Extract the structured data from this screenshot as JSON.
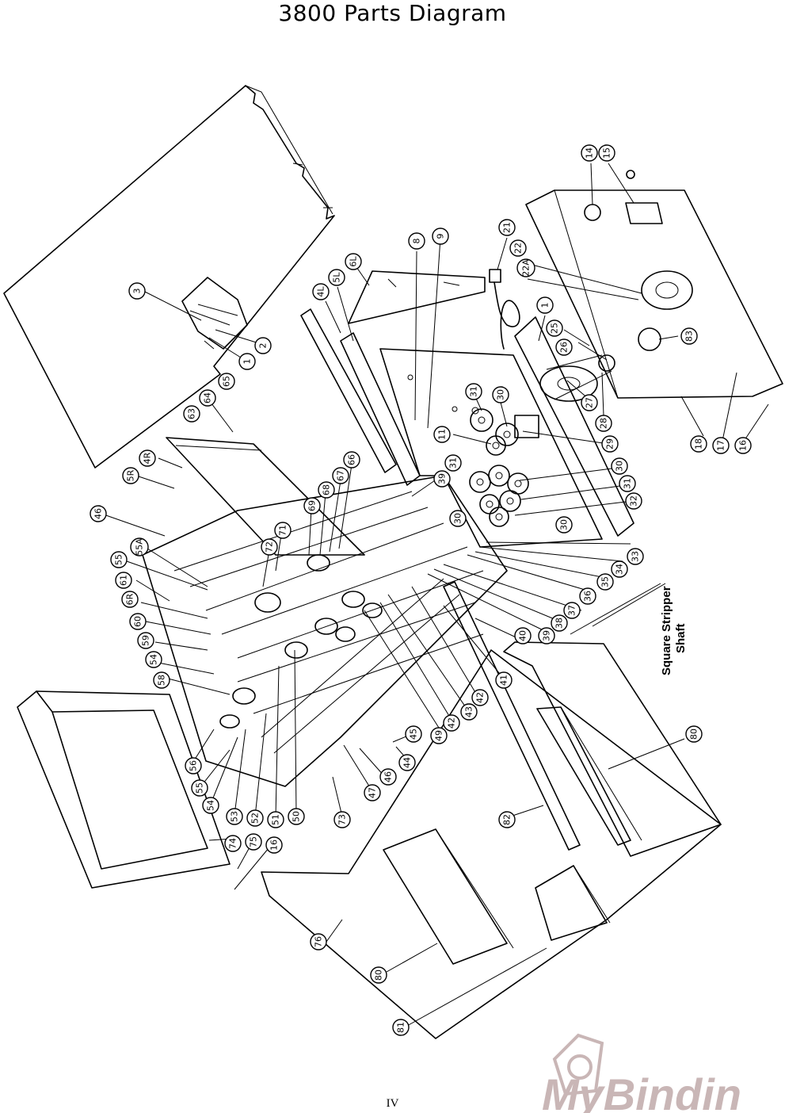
{
  "title": "3800 Parts Diagram",
  "page_number": "IV",
  "annotation": {
    "line1": "Square Stripper",
    "line2": "Shaft"
  },
  "watermark": {
    "text": "MyBindin",
    "color": "#c9b6b6"
  },
  "callouts": [
    {
      "id": "c3",
      "label": "3"
    },
    {
      "id": "c2",
      "label": "2"
    },
    {
      "id": "c1a",
      "label": "1"
    },
    {
      "id": "c65",
      "label": "65"
    },
    {
      "id": "c64",
      "label": "64"
    },
    {
      "id": "c63",
      "label": "63"
    },
    {
      "id": "c4r",
      "label": "4R"
    },
    {
      "id": "c5r",
      "label": "5R"
    },
    {
      "id": "c4l",
      "label": "4L"
    },
    {
      "id": "c5l",
      "label": "5L"
    },
    {
      "id": "c6l",
      "label": "6L"
    },
    {
      "id": "c8",
      "label": "8"
    },
    {
      "id": "c9",
      "label": "9"
    },
    {
      "id": "c21",
      "label": "21"
    },
    {
      "id": "c22",
      "label": "22"
    },
    {
      "id": "c22a",
      "label": "22A"
    },
    {
      "id": "c14",
      "label": "14"
    },
    {
      "id": "c15",
      "label": "15"
    },
    {
      "id": "c83",
      "label": "83"
    },
    {
      "id": "c1b",
      "label": "1"
    },
    {
      "id": "c25",
      "label": "25"
    },
    {
      "id": "c26",
      "label": "26"
    },
    {
      "id": "c27",
      "label": "27"
    },
    {
      "id": "c28",
      "label": "28"
    },
    {
      "id": "c29",
      "label": "29"
    },
    {
      "id": "c18",
      "label": "18"
    },
    {
      "id": "c17",
      "label": "17"
    },
    {
      "id": "c16a",
      "label": "16"
    },
    {
      "id": "c31a",
      "label": "31"
    },
    {
      "id": "c30a",
      "label": "30"
    },
    {
      "id": "c11",
      "label": "11"
    },
    {
      "id": "c31b",
      "label": "31"
    },
    {
      "id": "c30b",
      "label": "30"
    },
    {
      "id": "c31c",
      "label": "31"
    },
    {
      "id": "c32",
      "label": "32"
    },
    {
      "id": "c30c",
      "label": "30"
    },
    {
      "id": "c30d",
      "label": "30"
    },
    {
      "id": "c39a",
      "label": "39"
    },
    {
      "id": "c66",
      "label": "66"
    },
    {
      "id": "c67",
      "label": "67"
    },
    {
      "id": "c68",
      "label": "68"
    },
    {
      "id": "c69",
      "label": "69"
    },
    {
      "id": "c71",
      "label": "71"
    },
    {
      "id": "c72",
      "label": "72"
    },
    {
      "id": "c46a",
      "label": "46"
    },
    {
      "id": "c55a",
      "label": "55A"
    },
    {
      "id": "c55b",
      "label": "55"
    },
    {
      "id": "c61",
      "label": "61"
    },
    {
      "id": "c6r",
      "label": "6R"
    },
    {
      "id": "c60",
      "label": "60"
    },
    {
      "id": "c59",
      "label": "59"
    },
    {
      "id": "c54a",
      "label": "54"
    },
    {
      "id": "c58",
      "label": "58"
    },
    {
      "id": "c33",
      "label": "33"
    },
    {
      "id": "c34",
      "label": "34"
    },
    {
      "id": "c35",
      "label": "35"
    },
    {
      "id": "c36",
      "label": "36"
    },
    {
      "id": "c37",
      "label": "37"
    },
    {
      "id": "c38",
      "label": "38"
    },
    {
      "id": "c39b",
      "label": "39"
    },
    {
      "id": "c40",
      "label": "40"
    },
    {
      "id": "c41",
      "label": "41"
    },
    {
      "id": "c42a",
      "label": "42"
    },
    {
      "id": "c43",
      "label": "43"
    },
    {
      "id": "c42b",
      "label": "42"
    },
    {
      "id": "c49",
      "label": "49"
    },
    {
      "id": "c45",
      "label": "45"
    },
    {
      "id": "c44",
      "label": "44"
    },
    {
      "id": "c46b",
      "label": "46"
    },
    {
      "id": "c47",
      "label": "47"
    },
    {
      "id": "c73",
      "label": "73"
    },
    {
      "id": "c50",
      "label": "50"
    },
    {
      "id": "c51",
      "label": "51"
    },
    {
      "id": "c52",
      "label": "52"
    },
    {
      "id": "c53",
      "label": "53"
    },
    {
      "id": "c54b",
      "label": "54"
    },
    {
      "id": "c55c",
      "label": "55"
    },
    {
      "id": "c56",
      "label": "56"
    },
    {
      "id": "c74",
      "label": "74"
    },
    {
      "id": "c75",
      "label": "75"
    },
    {
      "id": "c16b",
      "label": "16"
    },
    {
      "id": "c80a",
      "label": "80"
    },
    {
      "id": "c82",
      "label": "82"
    },
    {
      "id": "c76",
      "label": "76"
    },
    {
      "id": "c80b",
      "label": "80"
    },
    {
      "id": "c81",
      "label": "81"
    }
  ]
}
